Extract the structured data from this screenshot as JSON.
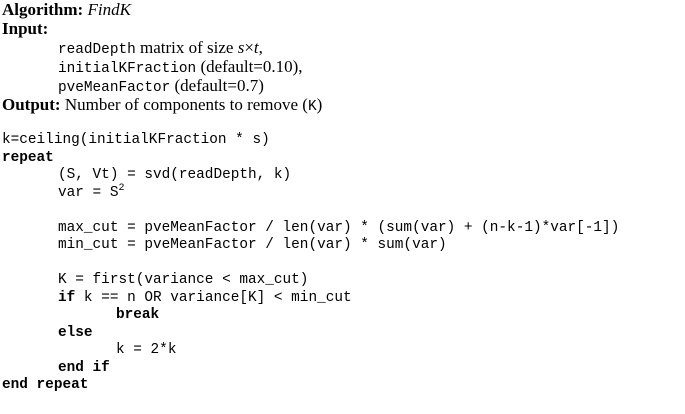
{
  "header": {
    "algorithm_label": "Algorithm:",
    "algorithm_name": "FindK",
    "input_label": "Input:",
    "inputs": [
      {
        "code": "readDepth",
        "desc_pre": " matrix of size ",
        "s": "s",
        "times": "×",
        "t": "t",
        "end": ","
      },
      {
        "code": "initialKFraction",
        "desc": " (default=0.10),"
      },
      {
        "code": "pveMeanFactor",
        "desc": " (default=0.7)"
      }
    ],
    "output_label": "Output:",
    "output_desc": " Number of components to remove (",
    "output_symbol": "K",
    "output_end": ")"
  },
  "code": {
    "l1": "k=ceiling(initialKFraction * s)",
    "repeat": "repeat",
    "l3": "(S, Vt) = svd(readDepth, k)",
    "l4": "var = S",
    "l4_sup": "2",
    "l5": "max_cut = pveMeanFactor / len(var) * (sum(var) + (n-k-1)*var[-1])",
    "l6": "min_cut = pveMeanFactor / len(var) * sum(var)",
    "l7": "K = first(variance < max_cut)",
    "if_kw": "if",
    "l8": " k == n OR variance[K] < min_cut",
    "break_kw": "break",
    "else_kw": "else",
    "l10": "k = 2*k",
    "endif_kw": "end if",
    "endrepeat_kw": "end repeat"
  }
}
